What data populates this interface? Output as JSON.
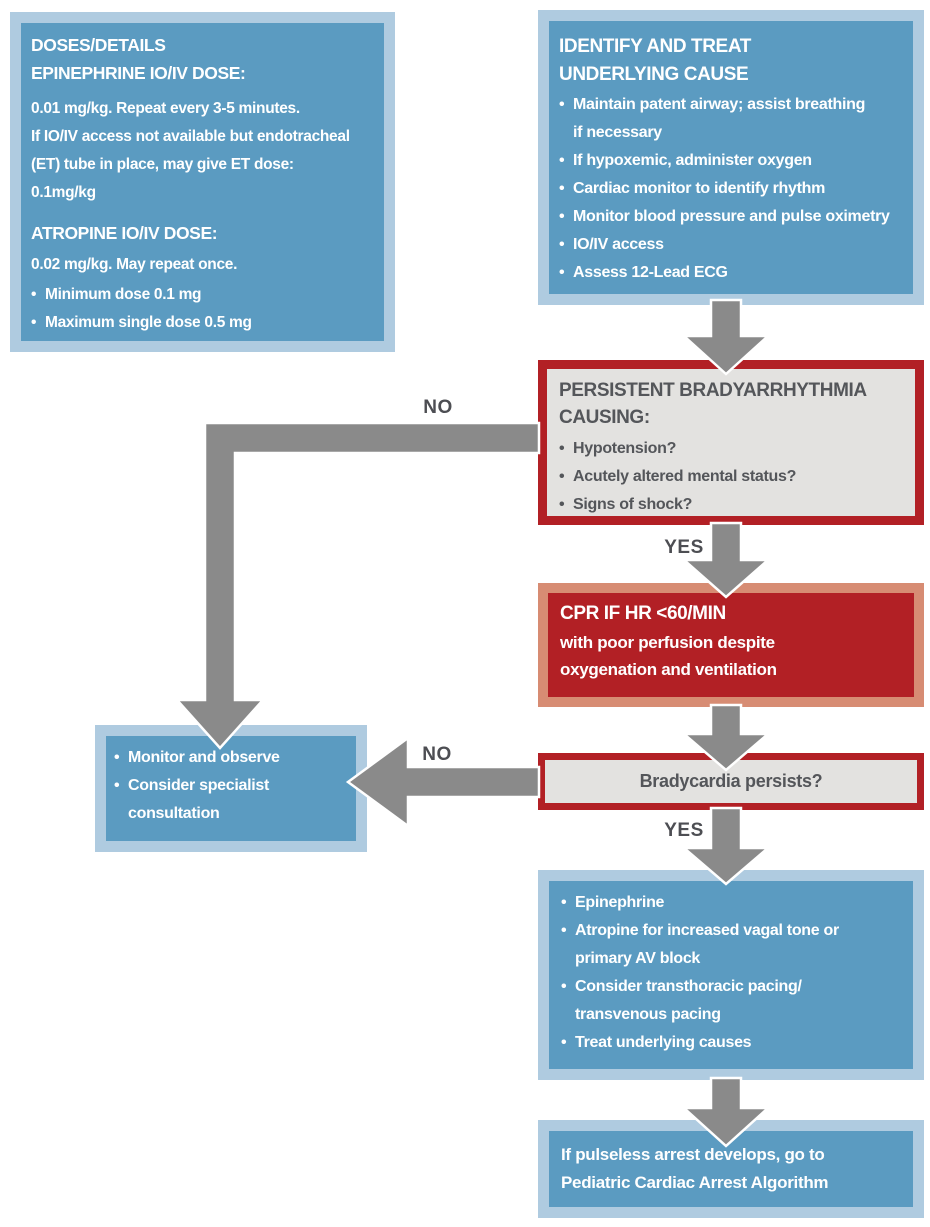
{
  "title": "Pediatric Bradycardia Algorithm Flowchart",
  "bullet_char": "•",
  "palette": {
    "box_blue": "#5B9BC1",
    "box_blue_border": "#AFCBE0",
    "red": "#B22025",
    "salmon_border": "#D78C73",
    "arrow_gray": "#8A8A8A",
    "panel_gray": "#E3E2E0",
    "text_dark": "#54565A",
    "text_white": "#FFFFFF"
  },
  "connectors": {
    "no_top": "NO",
    "yes_top": "YES",
    "no_bottom": "NO",
    "yes_bottom": "YES"
  },
  "boxes": {
    "doses": {
      "heading1": "DOSES/DETAILS",
      "heading2": "EPINEPHRINE IO/IV DOSE:",
      "epi_lines": [
        "0.01 mg/kg. Repeat every 3-5 minutes.",
        "If IO/IV access not available but endotracheal",
        "(ET) tube in place, may give ET dose:",
        "0.1mg/kg"
      ],
      "heading3": "ATROPINE IO/IV DOSE:",
      "atropine_line": "0.02 mg/kg. May repeat once.",
      "bullets": [
        "Minimum dose 0.1 mg",
        "Maximum single dose 0.5 mg"
      ]
    },
    "identify": {
      "heading1": "IDENTIFY AND TREAT",
      "heading2": "UNDERLYING CAUSE",
      "bullets": [
        "Maintain patent airway; assist breathing",
        "If hypoxemic, administer oxygen",
        "Cardiac monitor to identify rhythm",
        "Monitor blood pressure and pulse oximetry",
        "IO/IV access",
        "Assess 12-Lead ECG"
      ],
      "bullet0_wrap": "if necessary"
    },
    "persistent": {
      "heading1": "PERSISTENT BRADYARRHYTHMIA",
      "heading2": "CAUSING:",
      "bullets": [
        "Hypotension?",
        "Acutely altered mental status?",
        "Signs of shock?"
      ]
    },
    "cpr": {
      "title": "CPR IF HR <60/MIN",
      "lines": [
        "with poor perfusion despite",
        "oxygenation and ventilation"
      ]
    },
    "bradycardia": {
      "question": "Bradycardia persists?"
    },
    "treatment": {
      "bullets": [
        "Epinephrine",
        "Atropine for increased vagal tone or",
        "Consider transthoracic pacing/",
        "Treat underlying causes"
      ],
      "wrap1": "primary AV block",
      "wrap2": "transvenous pacing"
    },
    "final": {
      "lines": [
        "If pulseless arrest develops, go to",
        "Pediatric Cardiac Arrest Algorithm"
      ]
    },
    "monitor": {
      "bullets": [
        "Monitor and observe",
        "Consider specialist"
      ],
      "wrap": "consultation"
    }
  }
}
